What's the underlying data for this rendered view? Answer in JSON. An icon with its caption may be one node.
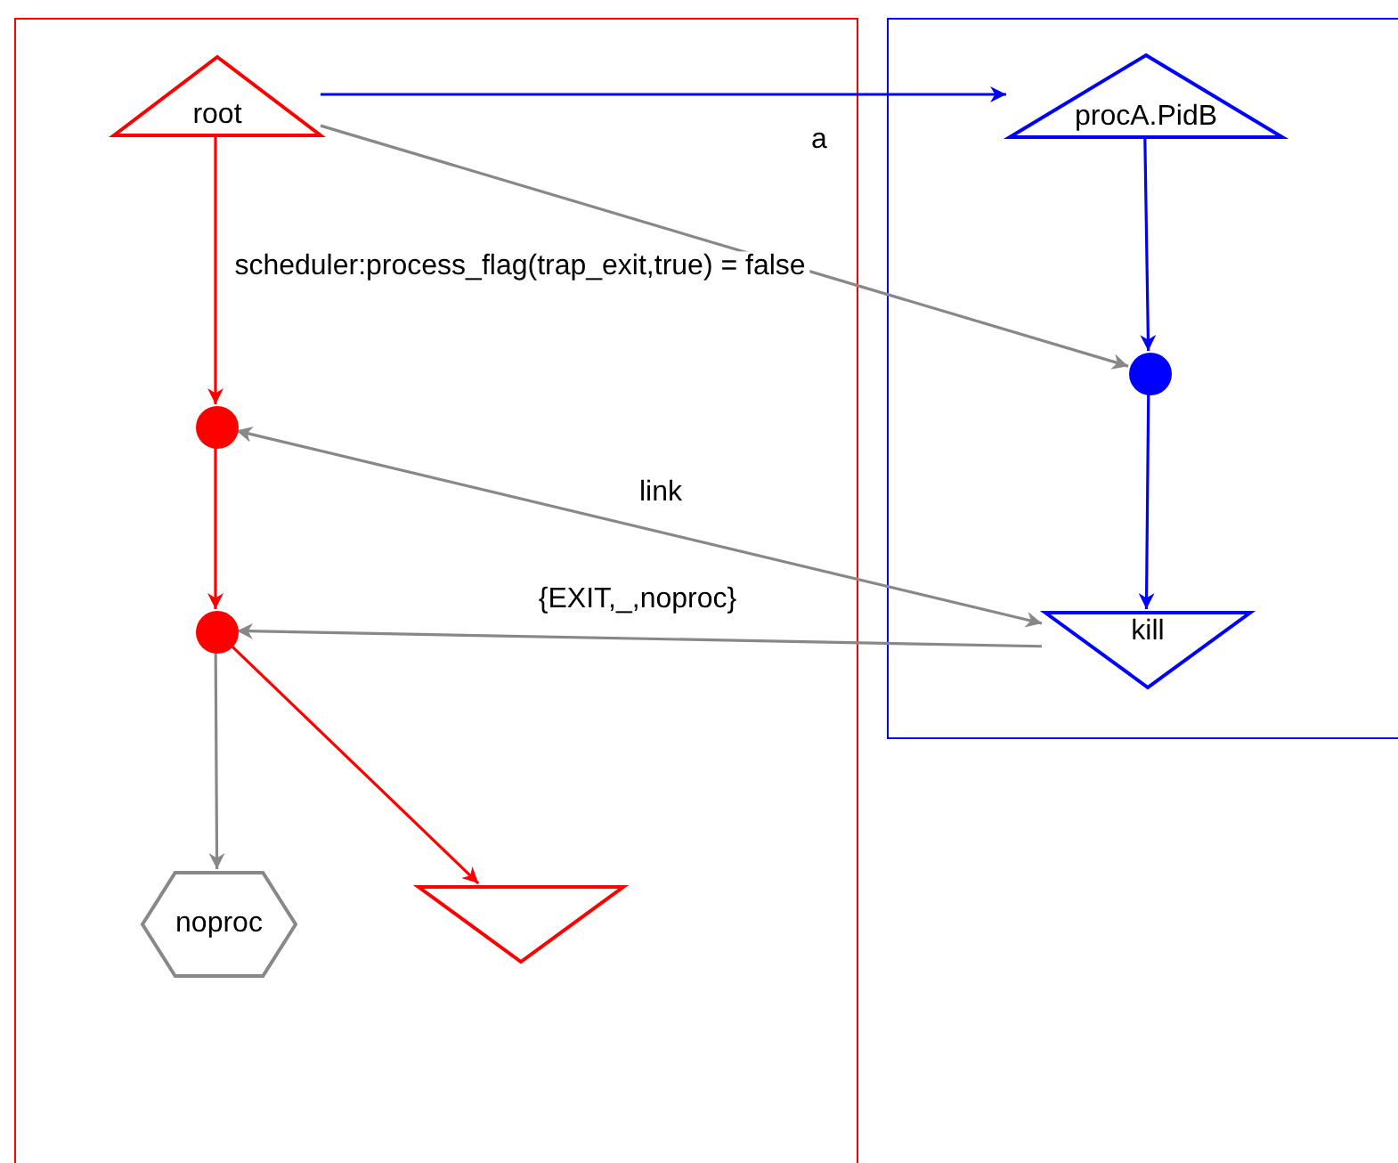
{
  "diagram": {
    "nodes": [
      {
        "text": [],
        "shape": "box"
      },
      {
        "text": [
          "root"
        ],
        "in": 0
      },
      {
        "text": [],
        "shape": "circle",
        "in": 0
      },
      {
        "text": [],
        "shape": "circle",
        "in": 0
      },
      {
        "text": [
          "noproc"
        ],
        "in": 0
      },
      {
        "text": [],
        "shape": "triangle",
        "in": 0
      },
      {
        "text": [],
        "shape": "box"
      },
      {
        "text": [
          "procA.PidB"
        ],
        "in": 6
      },
      {
        "text": [],
        "shape": "circle",
        "in": 6
      },
      {
        "text": [
          "kill"
        ],
        "in": 6
      }
    ],
    "edges": [
      {
        "from": 1,
        "to": 7,
        "arrow": "to",
        "color": "#0000ff"
      },
      {
        "from": 1,
        "to": 8,
        "arrow": "to",
        "color": "#888888"
      },
      {
        "from": 1,
        "to": 2,
        "arrow": "to",
        "label": "scheduler:process_flag(trap_exit,true) = false",
        "color": "#ff0000"
      },
      {
        "from": 7,
        "to": 8,
        "arrow": "to",
        "color": "#0000ff"
      },
      {
        "from": 8,
        "to": 9,
        "arrow": "to",
        "color": "#0000ff"
      },
      {
        "from": 2,
        "to": 3,
        "arrow": "to",
        "color": "#ff0000"
      },
      {
        "from": 2,
        "to": 9,
        "arrow": "both",
        "label": "link",
        "color": "#888888"
      },
      {
        "from": 9,
        "to": 3,
        "arrow": "to",
        "label": "{EXIT,_,noproc}",
        "color": "#888888"
      },
      {
        "from": 3,
        "to": 4,
        "arrow": "to",
        "color": "#888888"
      },
      {
        "from": 3,
        "to": 5,
        "arrow": "to",
        "color": "#ff0000"
      }
    ],
    "labels": [
      "a"
    ]
  }
}
